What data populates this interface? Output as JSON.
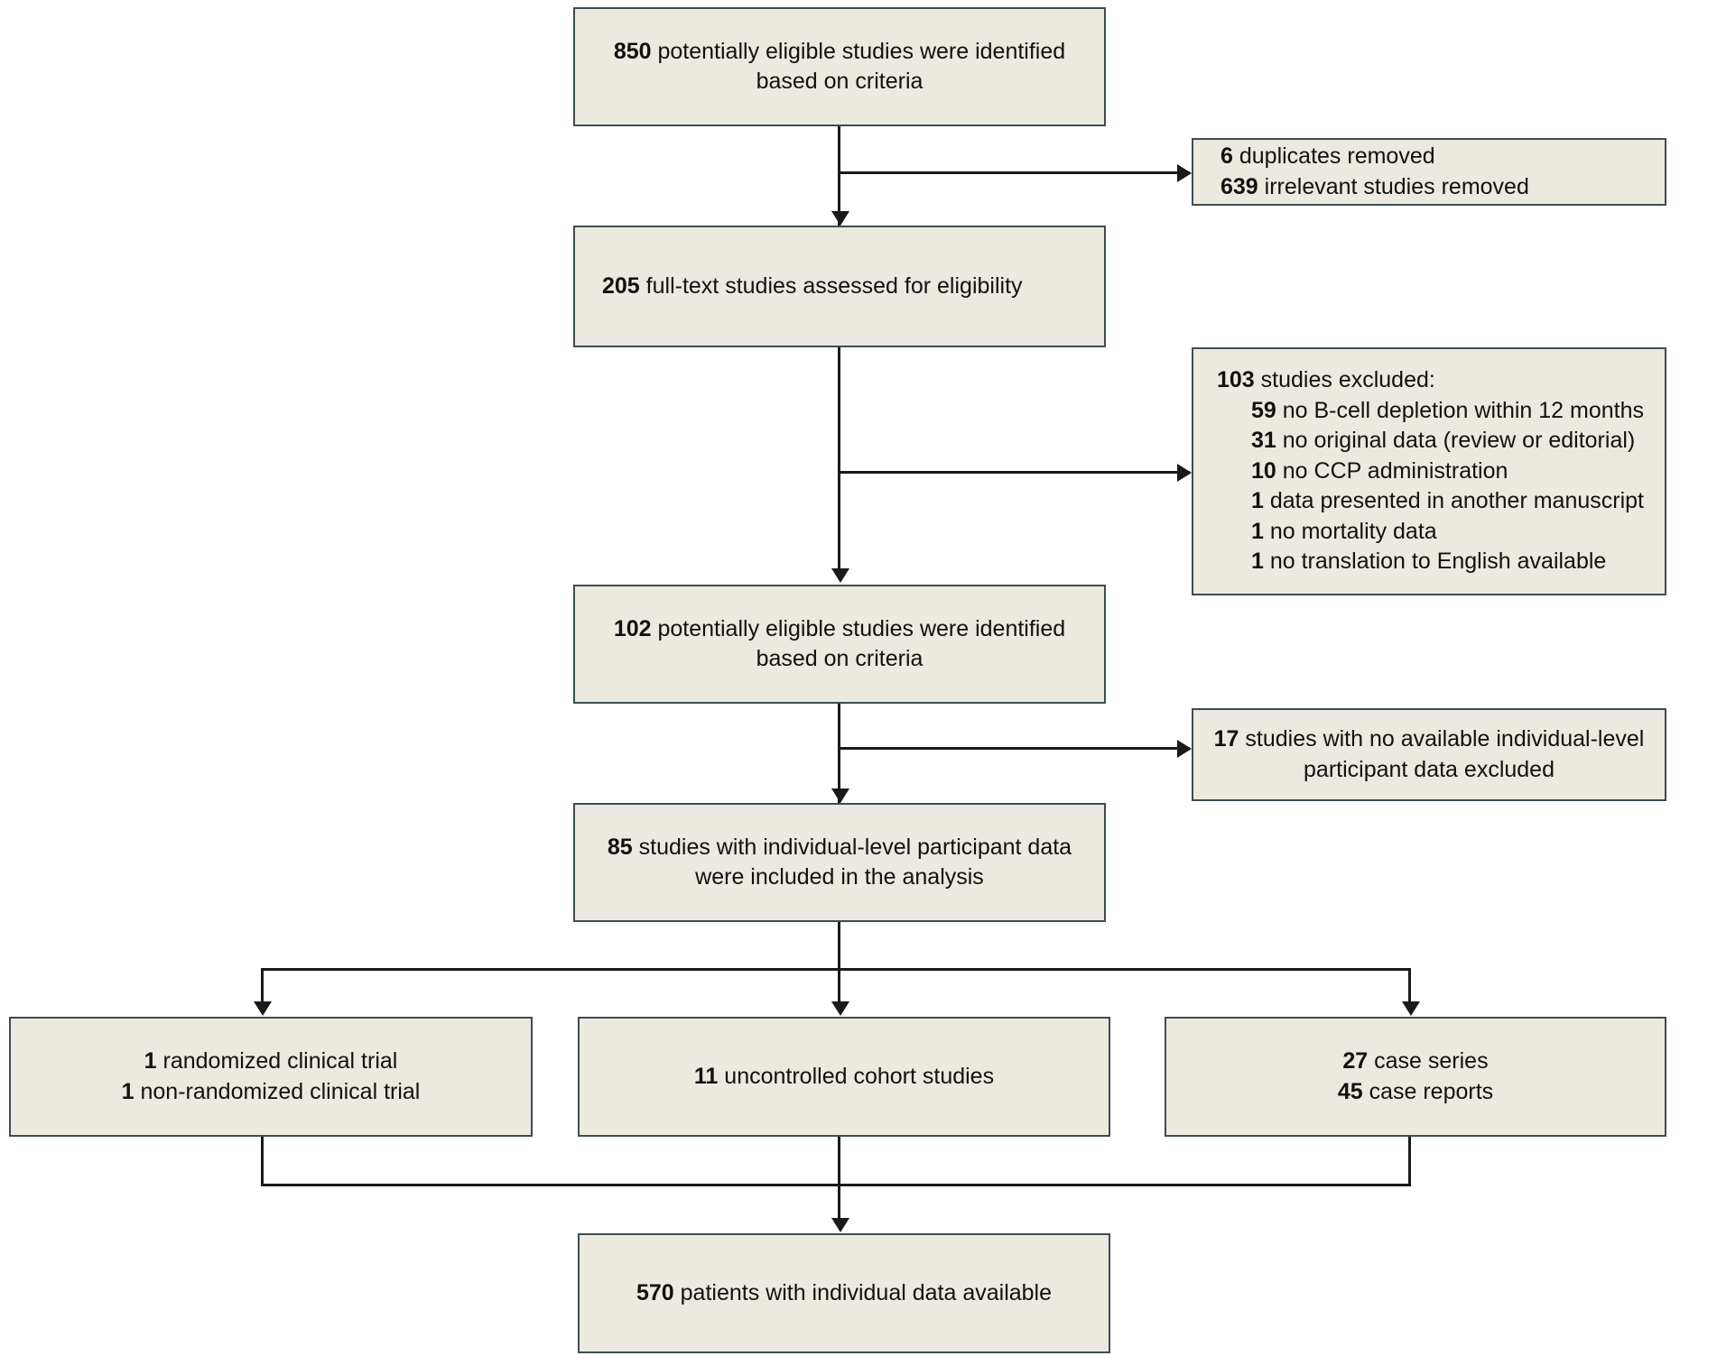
{
  "diagram": {
    "type": "prisma-flow-diagram",
    "palette": {
      "box_fill": "#ebe9e0",
      "box_border": "#3d4d52",
      "connector": "#1a1a1a",
      "page_background": "#ffffff",
      "text": "#111111"
    },
    "nodes": {
      "identified": {
        "lines": [
          {
            "count": "850",
            "text": " potentially eligible studies were identified"
          },
          {
            "count": "",
            "text": "based on criteria"
          }
        ]
      },
      "removed": {
        "lines": [
          {
            "count": "6",
            "text": " duplicates removed"
          },
          {
            "count": "639",
            "text": " irrelevant studies removed"
          }
        ]
      },
      "fulltext": {
        "lines": [
          {
            "count": "205",
            "text": " full-text studies assessed for eligibility"
          }
        ]
      },
      "excluded": {
        "header": {
          "count": "103",
          "text": " studies excluded:"
        },
        "reasons": [
          {
            "count": "59",
            "text": " no B-cell depletion within 12 months"
          },
          {
            "count": "31",
            "text": " no original data (review or editorial)"
          },
          {
            "count": "10",
            "text": " no CCP administration"
          },
          {
            "count": "1",
            "text": " data presented in another manuscript"
          },
          {
            "count": "1",
            "text": " no mortality data"
          },
          {
            "count": "1",
            "text": " no translation to English available"
          }
        ]
      },
      "eligible102": {
        "lines": [
          {
            "count": "102",
            "text": " potentially eligible studies were identified"
          },
          {
            "count": "",
            "text": "based on criteria"
          }
        ]
      },
      "noipd": {
        "lines": [
          {
            "count": "17",
            "text": " studies with no available individual-level"
          },
          {
            "count": "",
            "text": "participant data excluded"
          }
        ]
      },
      "included85": {
        "lines": [
          {
            "count": "85",
            "text": " studies with individual-level participant data"
          },
          {
            "count": "",
            "text": "were included in the analysis"
          }
        ]
      },
      "trials": {
        "lines": [
          {
            "count": "1",
            "text": " randomized clinical trial"
          },
          {
            "count": "1",
            "text": " non-randomized clinical trial"
          }
        ]
      },
      "cohorts": {
        "lines": [
          {
            "count": "11",
            "text": " uncontrolled cohort studies"
          }
        ]
      },
      "cases": {
        "lines": [
          {
            "count": "27",
            "text": " case series"
          },
          {
            "count": "45",
            "text": " case reports"
          }
        ]
      },
      "patients": {
        "lines": [
          {
            "count": "570",
            "text": " patients with individual data available"
          }
        ]
      }
    }
  }
}
